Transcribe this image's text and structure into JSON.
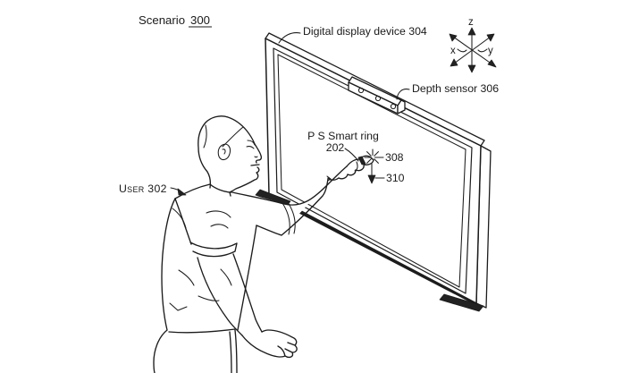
{
  "figure": {
    "scenario": {
      "prefix": "Scenario",
      "number": "300"
    },
    "labels": {
      "display": "Digital display device 304",
      "depth_sensor": "Depth sensor 306",
      "smart_ring_line1": "P S Smart ring",
      "smart_ring_line2": "202",
      "user": "User 302",
      "ref_308": "308",
      "ref_310": "310"
    },
    "axes": {
      "x": "x",
      "y": "y",
      "z": "z"
    },
    "colors": {
      "line": "#1c1c1c",
      "background": "#ffffff"
    }
  }
}
